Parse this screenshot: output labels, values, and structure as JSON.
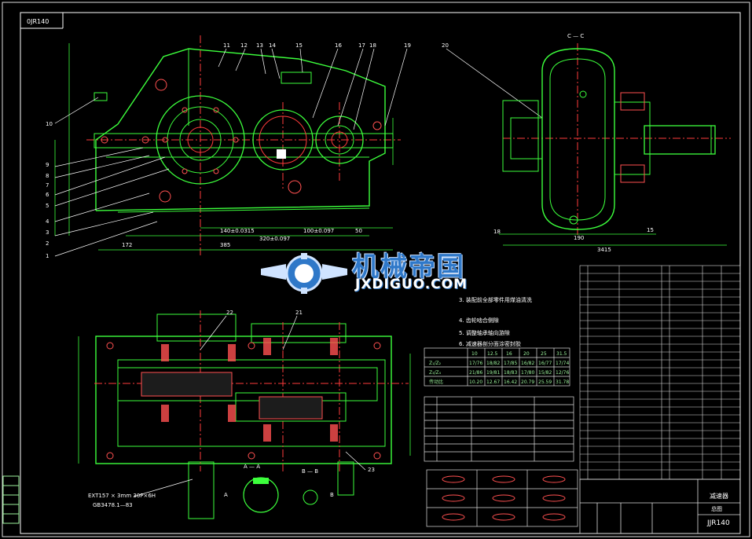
{
  "drawing": {
    "corner_code": "0JR140",
    "title_block_code": "JJR140",
    "title_block_name": "减速器",
    "title_block_sub": "总图"
  },
  "callouts": [
    "1",
    "2",
    "3",
    "4",
    "5",
    "6",
    "7",
    "8",
    "9",
    "10",
    "11",
    "12",
    "13",
    "14",
    "15",
    "16",
    "17",
    "18",
    "19",
    "20",
    "21",
    "22",
    "23"
  ],
  "dimensions": {
    "d140": "140±0.0315",
    "d320": "320±0.097",
    "d100": "100±0.097",
    "d50": "50",
    "d172": "172",
    "d385": "385",
    "d190": "190",
    "d315": "3415",
    "dim_15": "15",
    "dim_18": "18"
  },
  "section_labels": {
    "a_a": "A — A",
    "b_b": "B — B",
    "c_c": "C — C",
    "a": "A",
    "b": "B"
  },
  "spline_note": "EXT157 × 3mm 30P×6H",
  "spline_std": "GB3478.1—83",
  "watermark": {
    "title": "机械帝国",
    "subtitle": "JXDIGUO.COM"
  },
  "tech_notes": [
    "3. 装配前全部零件用煤油清洗",
    "4. 齿轮啮合侧隙",
    "5. 调整轴承轴向游隙",
    "6. 减速器剖分面涂密封胶"
  ],
  "ratio_table": {
    "headers": [
      "",
      "10",
      "12.5",
      "16",
      "20",
      "25",
      "31.5"
    ],
    "rows": [
      [
        "Z₁/Z₂",
        "17/76",
        "18/82",
        "17/85",
        "16/82",
        "16/77",
        "17/74"
      ],
      [
        "Z₃/Z₄",
        "21/86",
        "19/81",
        "18/83",
        "17/80",
        "15/82",
        "12/76"
      ],
      [
        "传动比",
        "10.20",
        "12.67",
        "16.42",
        "20.79",
        "25.59",
        "31.78"
      ]
    ]
  }
}
